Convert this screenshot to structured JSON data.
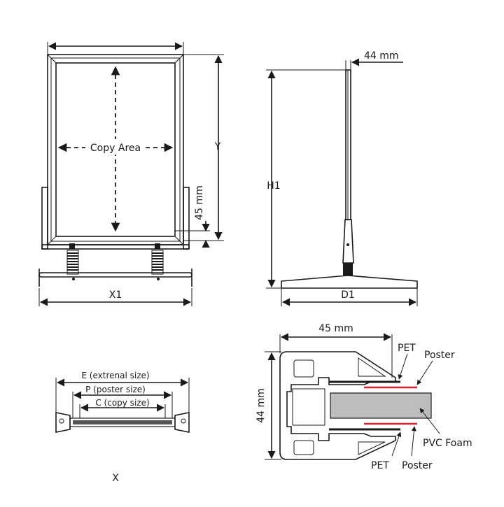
{
  "front_view": {
    "copy_area_label": "Copy Area",
    "height_label": "Y",
    "offset_label": "45 mm",
    "width_label": "X1"
  },
  "side_view": {
    "thickness_label": "44 mm",
    "height_label": "H1",
    "depth_label": "D1"
  },
  "top_view": {
    "external_label": "E (extrenal size)",
    "poster_label": "P (poster size)",
    "copy_label": "C (copy size)",
    "view_label": "X"
  },
  "profile_view": {
    "width_label": "45 mm",
    "height_label": "44 mm",
    "pet_top_label": "PET",
    "poster_top_label": "Poster",
    "pvc_label": "PVC Foam",
    "pet_bottom_label": "PET",
    "poster_bottom_label": "Poster"
  },
  "colors": {
    "line": "#1a1a1a",
    "poster_red": "#e0212e",
    "foam_gray": "#bdbdbd"
  }
}
